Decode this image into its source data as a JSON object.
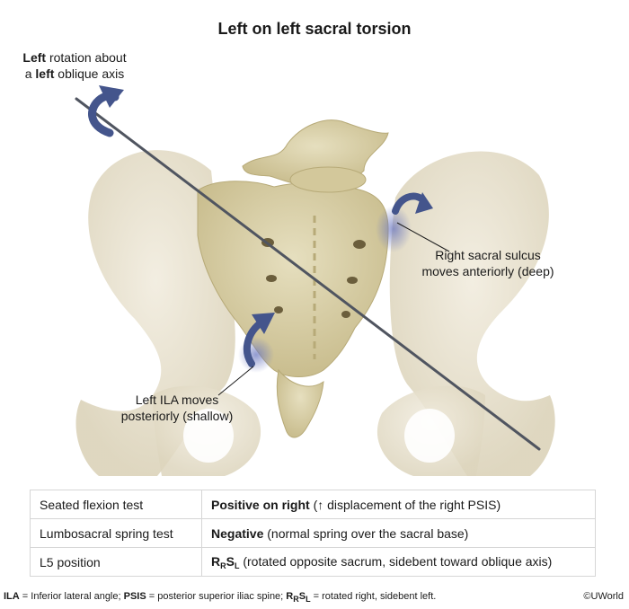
{
  "title": "Left on left sacral torsion",
  "labels": {
    "axis_bold1": "Left",
    "axis_text1": " rotation about",
    "axis_text2": "a ",
    "axis_bold2": "left",
    "axis_text3": " oblique axis",
    "sulcus_line1": "Right sacral sulcus",
    "sulcus_line2": "moves anteriorly (deep)",
    "ila_line1": "Left ILA moves",
    "ila_line2": "posteriorly (shallow)"
  },
  "table": {
    "row1": {
      "test": "Seated flexion test",
      "result_bold": "Positive on right",
      "result_text": " (↑ displacement of the right PSIS)"
    },
    "row2": {
      "test": "Lumbosacral spring test",
      "result_bold": "Negative",
      "result_text": " (normal spring over the sacral base)"
    },
    "row3": {
      "test": "L5 position",
      "r1": "R",
      "r1_sub": "R",
      "r2": "S",
      "r2_sub": "L",
      "result_text": " (rotated opposite sacrum, sidebent toward oblique axis)"
    }
  },
  "footer": {
    "ila_abbr": "ILA",
    "ila_def": " = Inferior lateral angle; ",
    "psis_abbr": "PSIS",
    "psis_def": " = posterior superior iliac spine; ",
    "r": "R",
    "r_sub": "R",
    "s": "S",
    "s_sub": "L",
    "rs_def": " = rotated right, sidebent left."
  },
  "copyright": "©UWorld",
  "colors": {
    "bone": "#e8e1cb",
    "sacrum": "#d9cfa6",
    "arrow": "#44558c",
    "axis": "#505560"
  }
}
